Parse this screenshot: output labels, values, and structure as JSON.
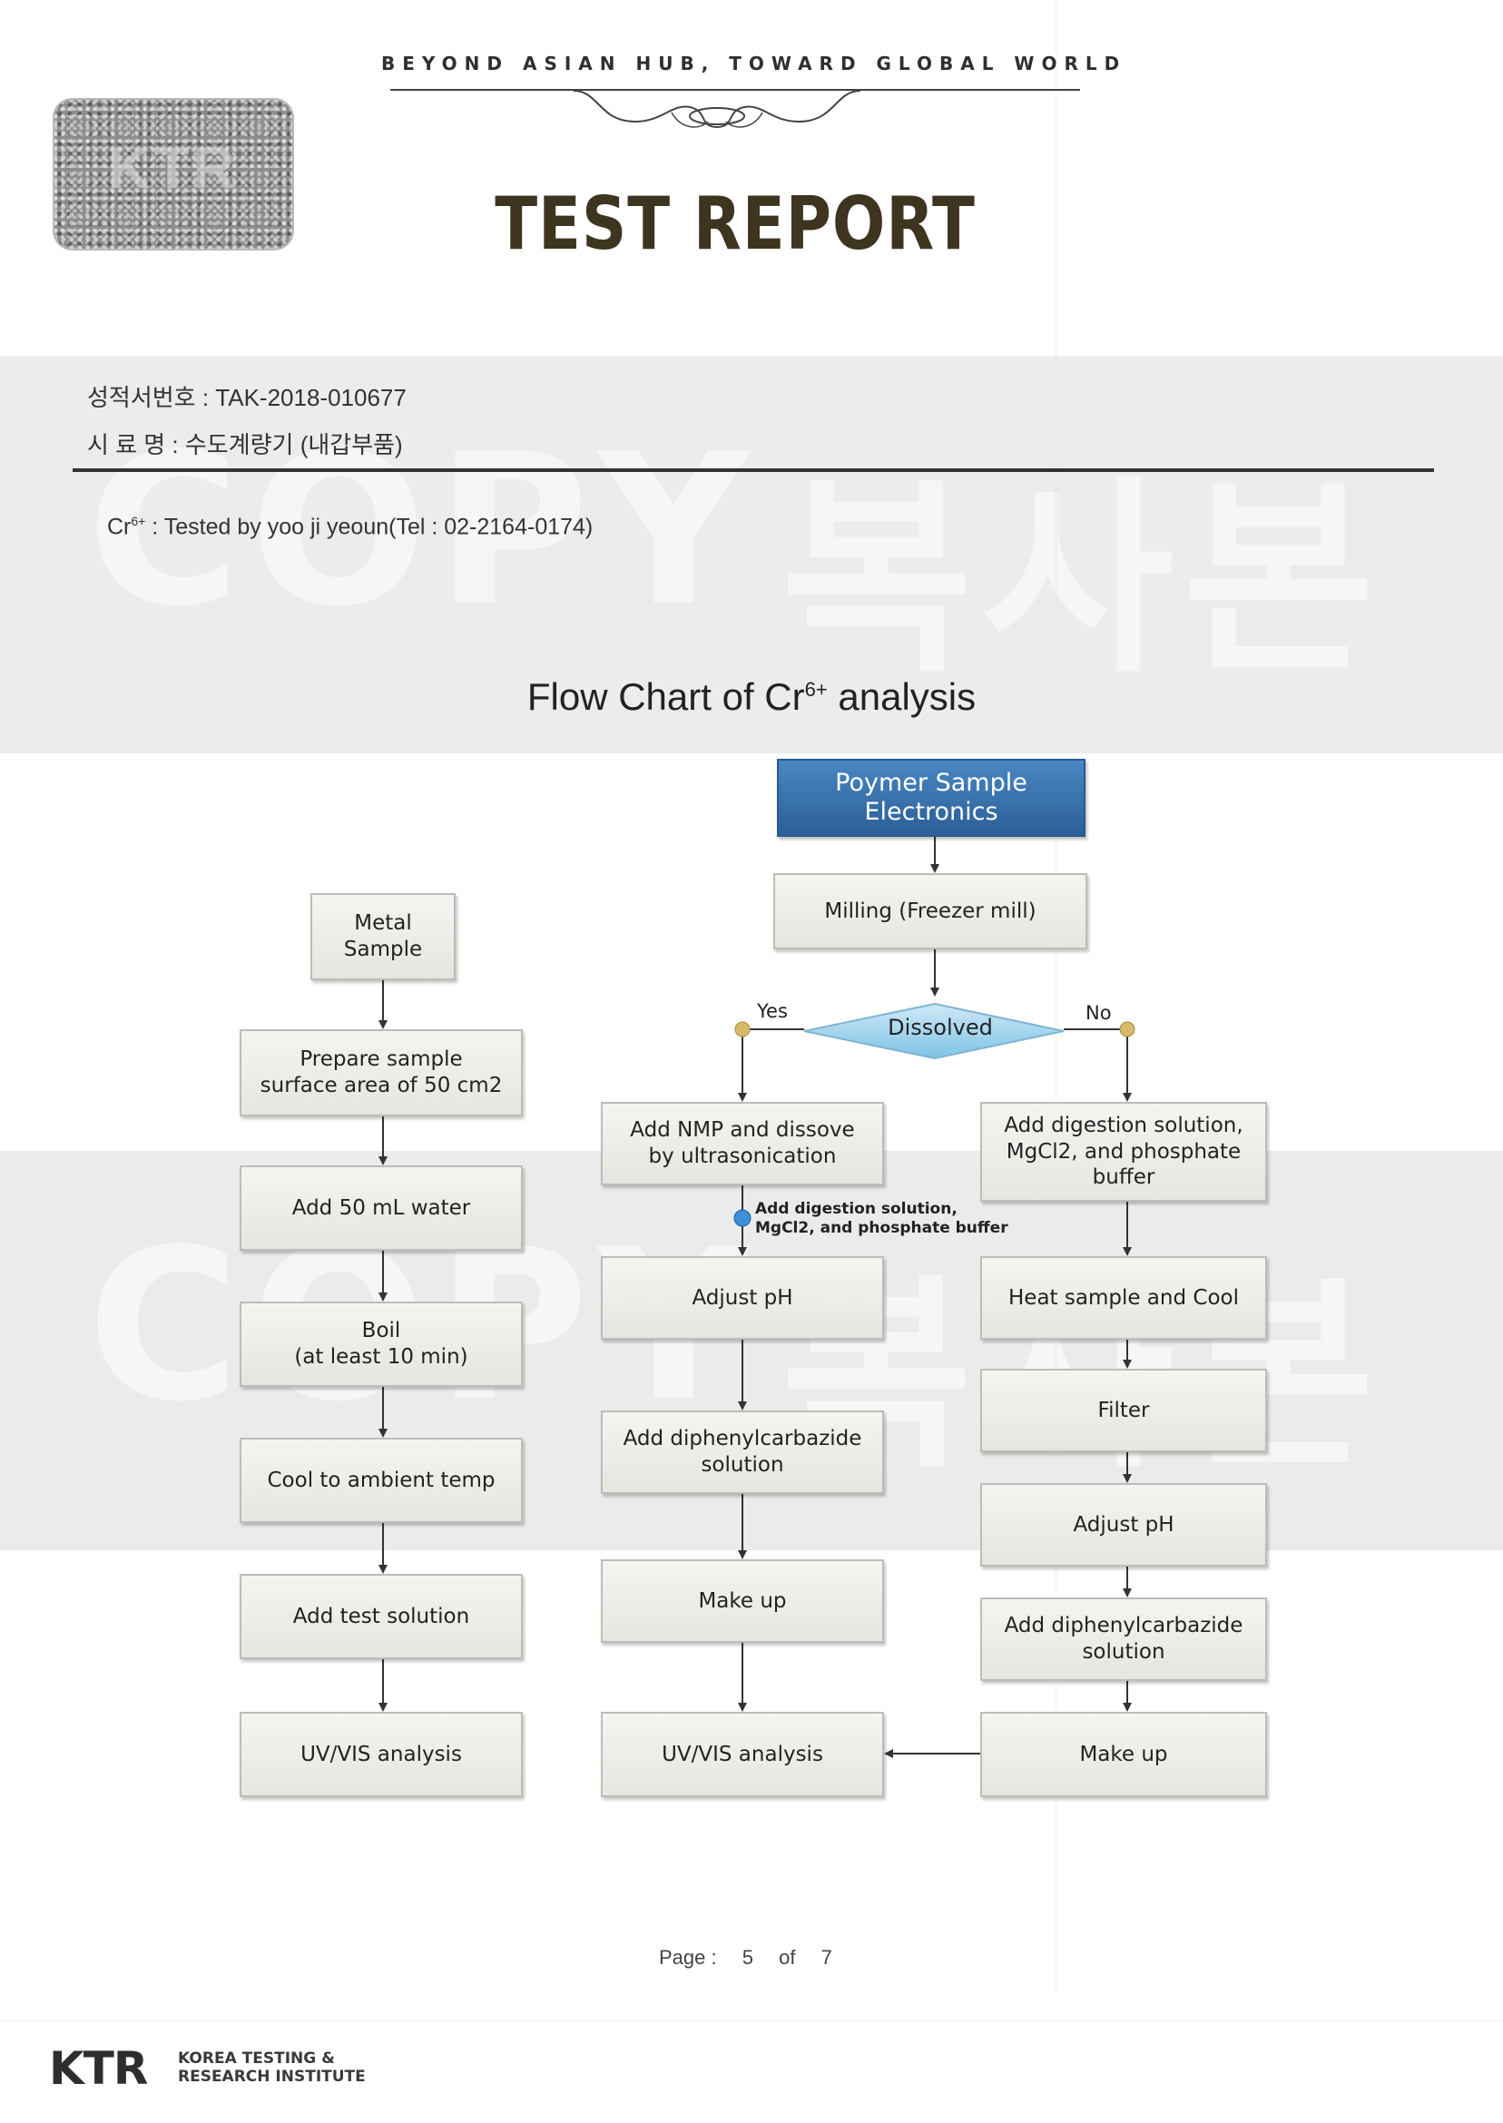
{
  "header": {
    "tagline": "BEYOND ASIAN HUB, TOWARD GLOBAL WORLD",
    "title": "TEST REPORT",
    "seal_text": "KTR"
  },
  "watermark": {
    "copy": "COPY",
    "korean": "복사본"
  },
  "report": {
    "number_line": "성적서번호 : TAK-2018-010677",
    "sample_line": "시  료  명 : 수도계량기 (내갑부품)",
    "tested_prefix": "Cr",
    "tested_sup": "6+",
    "tested_rest": " : Tested by yoo ji yeoun(Tel : 02-2164-0174)"
  },
  "flowchart": {
    "title_prefix": "Flow Chart of Cr",
    "title_sup": "6+",
    "title_suffix": " analysis",
    "start": "Poymer Sample\nElectronics",
    "milling": "Milling (Freezer mill)",
    "decision": "Dissolved",
    "yes_label": "Yes",
    "no_label": "No",
    "metal": {
      "start": "Metal\nSample",
      "steps": [
        "Prepare sample\nsurface area of 50 cm2",
        "Add 50 mL water",
        "Boil\n(at least 10 min)",
        "Cool to ambient temp",
        "Add test solution",
        "UV/VIS analysis"
      ]
    },
    "yes_branch": {
      "steps": [
        "Add NMP and dissove\nby ultrasonication",
        "Adjust pH",
        "Add diphenylcarbazide\nsolution",
        "Make up",
        "UV/VIS analysis"
      ],
      "note": "Add digestion solution,\nMgCl2, and phosphate buffer"
    },
    "no_branch": {
      "steps": [
        "Add digestion solution,\nMgCl2, and phosphate\nbuffer",
        "Heat sample and Cool",
        "Filter",
        "Adjust pH",
        "Add diphenylcarbazide\nsolution",
        "Make up"
      ]
    }
  },
  "footer": {
    "page_label": "Page :",
    "page_num": "5",
    "of_label": "of",
    "page_total": "7",
    "logo": "KTR",
    "institute": "KOREA TESTING &\nRESEARCH INSTITUTE"
  }
}
